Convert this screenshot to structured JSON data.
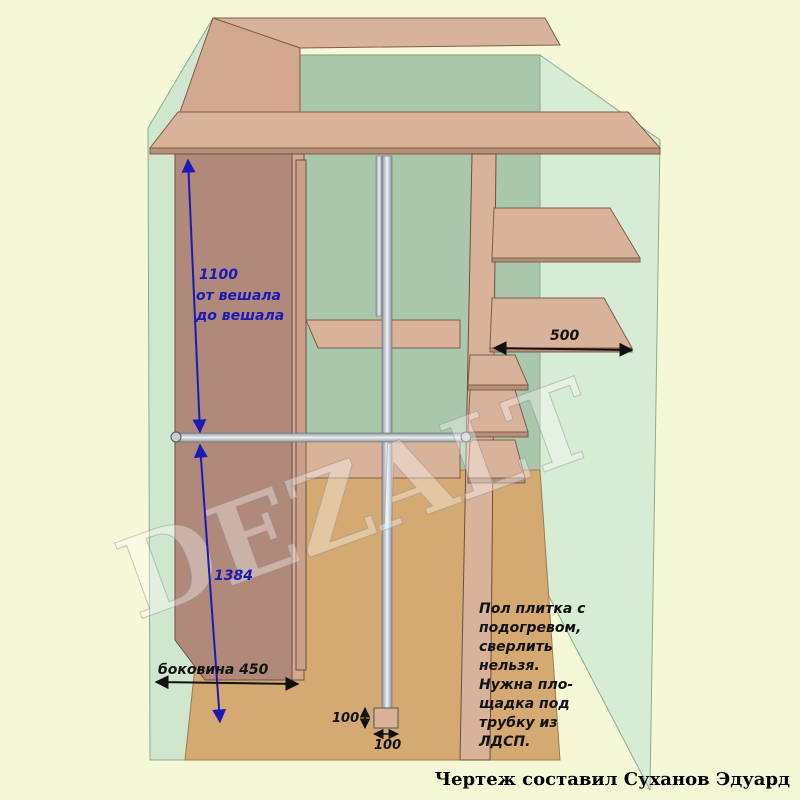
{
  "labels": {
    "dim_1100": "1100",
    "ot_veshala": "от вешала",
    "do_veshala": "до вешала",
    "dim_1384": "1384",
    "bokovina": "боковина 450",
    "dim_500": "500",
    "dim_100_a": "100",
    "dim_100_b": "100"
  },
  "floor_note": {
    "lines": [
      "Пол плитка с",
      "подогревом,",
      "сверлить",
      "нельзя.",
      "Нужна пло-",
      "щадка под",
      "трубку из",
      "ЛДСП."
    ]
  },
  "credit": "Чертеж составил Суханов Эдуард",
  "watermark": "DEZALT",
  "colors": {
    "background": "#f4f8d6",
    "wall_light": "#d7ecd5",
    "wall_dark": "#a9c7aa",
    "board": "#d9b29a",
    "board_side": "#b78e78",
    "floor": "#d5a972",
    "rod": "#c6ccd2",
    "blue_text": "#1a1ab8"
  }
}
